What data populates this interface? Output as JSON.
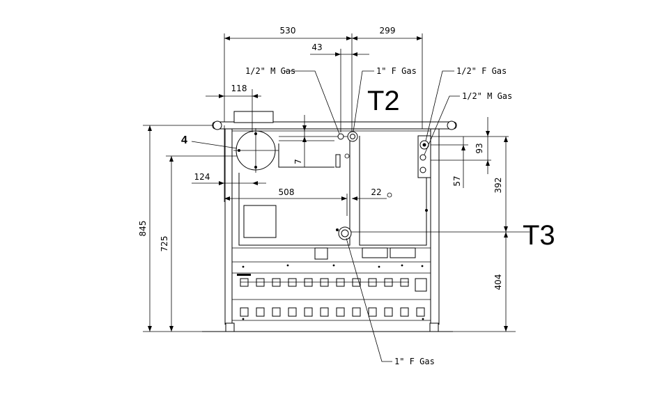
{
  "dimensions": {
    "d530": "530",
    "d299": "299",
    "d43": "43",
    "d118": "118",
    "d7": "7",
    "d124": "124",
    "d508": "508",
    "d22": "22",
    "d93": "93",
    "d57": "57",
    "d392": "392",
    "d404": "404",
    "d845": "845",
    "d725": "725"
  },
  "callouts": {
    "half_m_gas_left": "1/2\" M Gas",
    "one_f_gas_top": "1\" F Gas",
    "half_f_gas_right": "1/2\" F Gas",
    "half_m_gas_right": "1/2\" M Gas",
    "one_f_gas_bottom": "1\" F Gas"
  },
  "labels": {
    "t2": "T2",
    "t3": "T3",
    "item4": "4"
  }
}
